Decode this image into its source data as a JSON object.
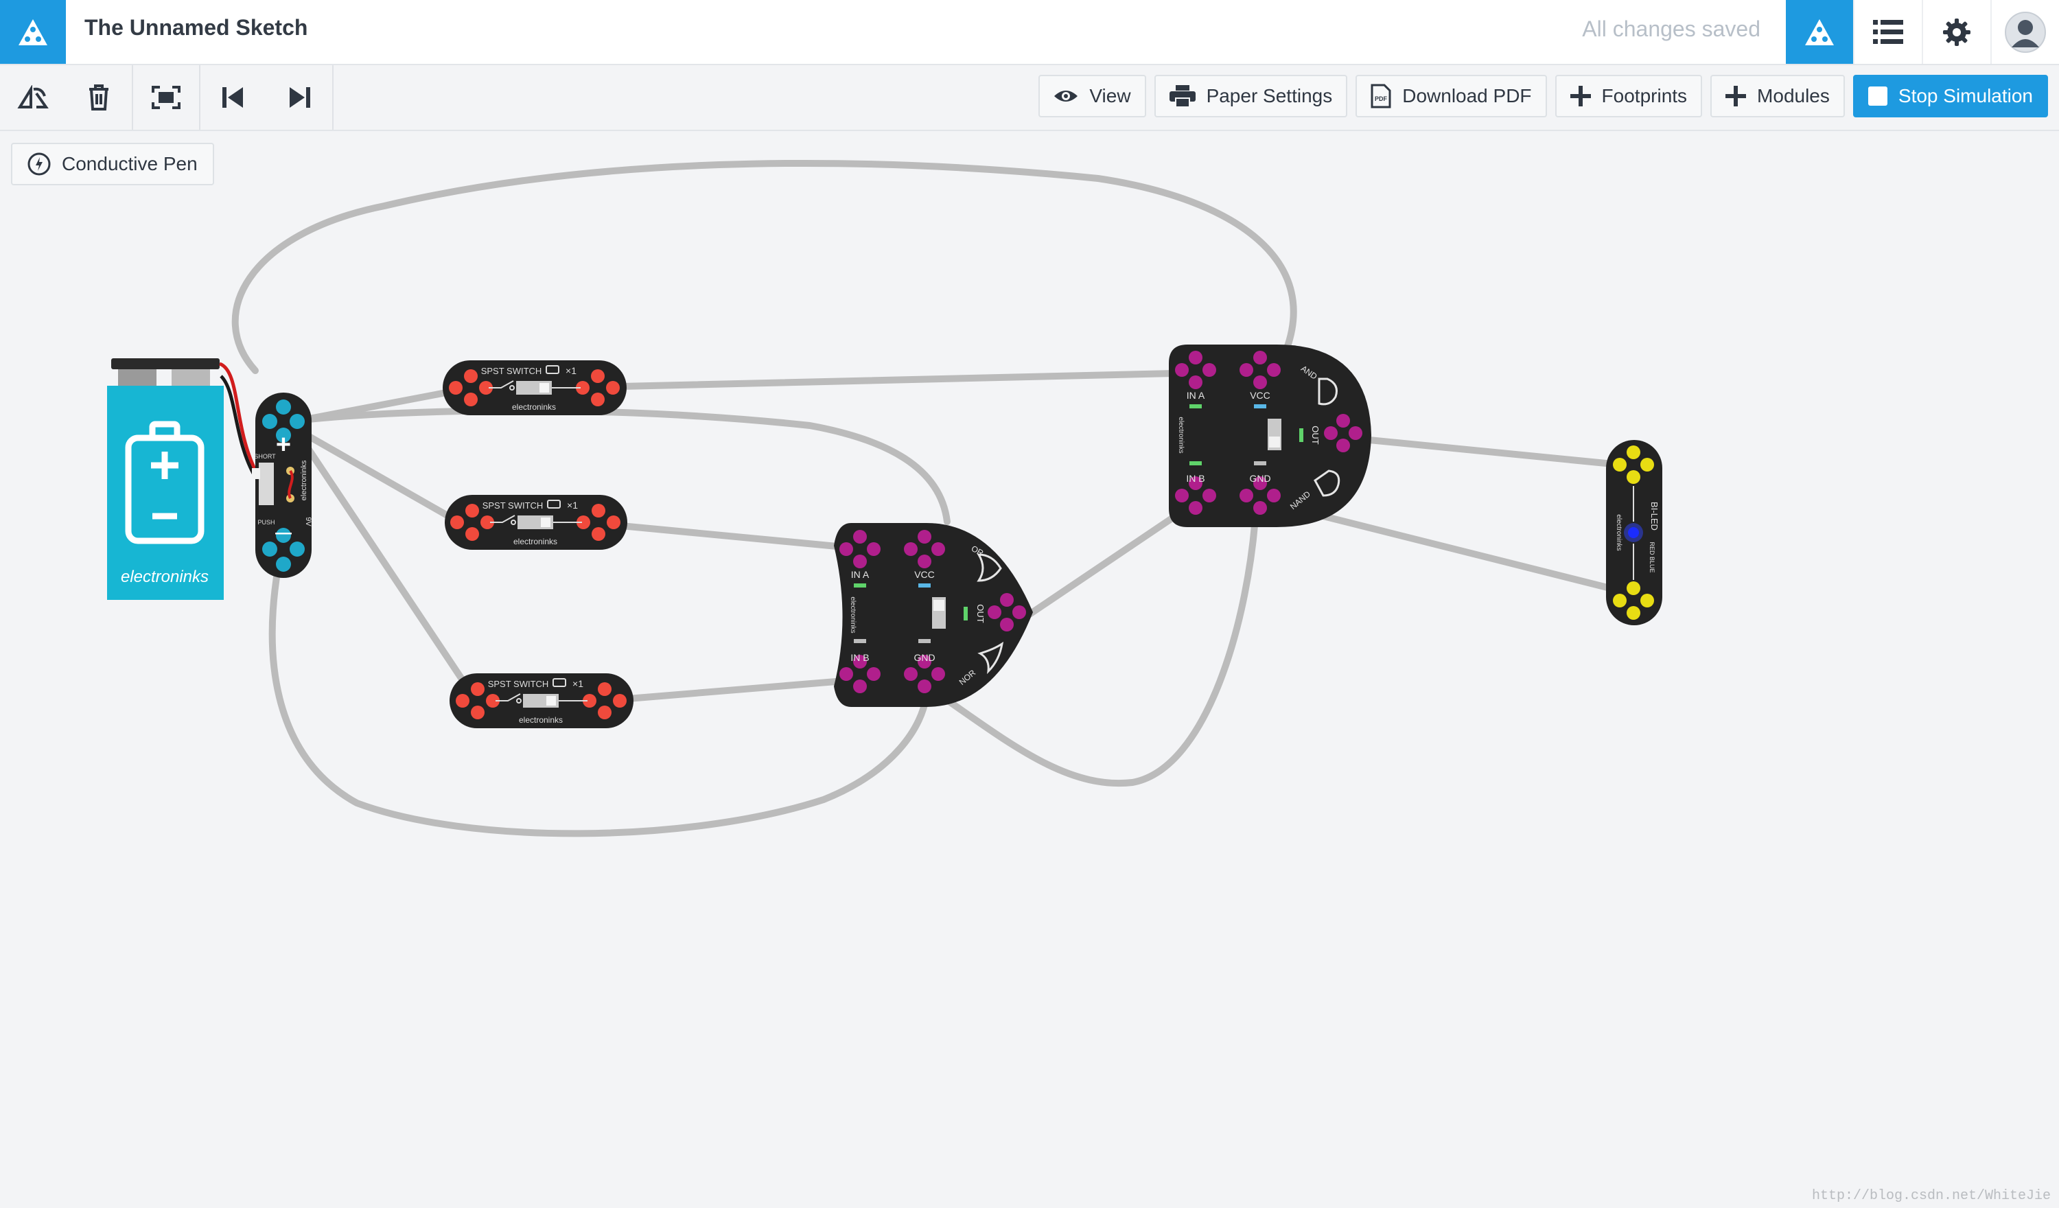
{
  "app": {
    "title": "The Unnamed Sketch",
    "save_status": "All changes saved"
  },
  "top_right": {
    "icons": [
      "logo-icon",
      "list-icon",
      "gear-icon",
      "user-avatar-icon"
    ]
  },
  "toolbar": {
    "tools": [
      "rotate-icon",
      "trash-icon",
      "fit-screen-icon",
      "skip-back-icon",
      "skip-forward-icon"
    ],
    "view_label": "View",
    "paper_settings_label": "Paper Settings",
    "download_pdf_label": "Download PDF",
    "pdf_badge": "PDF",
    "footprints_label": "Footprints",
    "modules_label": "Modules",
    "stop_simulation_label": "Stop Simulation"
  },
  "pen": {
    "label": "Conductive Pen"
  },
  "canvas": {
    "battery": {
      "brand": "electroninks"
    },
    "power_module": {
      "brand": "electroninks",
      "switch_on": "PUSH",
      "switch_label": "SHORT",
      "voltage": "9V",
      "plus": "+",
      "minus": "—"
    },
    "switches": [
      {
        "label": "SPST SWITCH",
        "count": "×1",
        "brand": "electroninks"
      },
      {
        "label": "SPST SWITCH",
        "count": "×1",
        "brand": "electroninks"
      },
      {
        "label": "SPST SWITCH",
        "count": "×1",
        "brand": "electroninks"
      }
    ],
    "logic_gate_small": {
      "in_a": "IN A",
      "vcc": "VCC",
      "in_b": "IN B",
      "gnd": "GND",
      "out": "OUT",
      "gate_top": "OR",
      "gate_bottom": "NOR",
      "brand": "electroninks"
    },
    "logic_gate_large": {
      "in_a": "IN A",
      "vcc": "VCC",
      "in_b": "IN B",
      "gnd": "GND",
      "out": "OUT",
      "gate_top": "AND",
      "gate_bottom": "NAND",
      "brand": "electroninks"
    },
    "bi_led": {
      "label": "BI-LED",
      "sub_label": "RED BLUE",
      "brand": "electroninks"
    }
  },
  "colors": {
    "accent": "#1e9ae0",
    "wire": "#bbbbbb",
    "module_body": "#232323",
    "pad_red": "#f04a3c",
    "pad_magenta": "#b01f8c",
    "pad_cyan": "#1fa8c9",
    "pad_yellow": "#e8dd13",
    "battery": "#17b6d3"
  },
  "watermark": "http://blog.csdn.net/WhiteJie"
}
